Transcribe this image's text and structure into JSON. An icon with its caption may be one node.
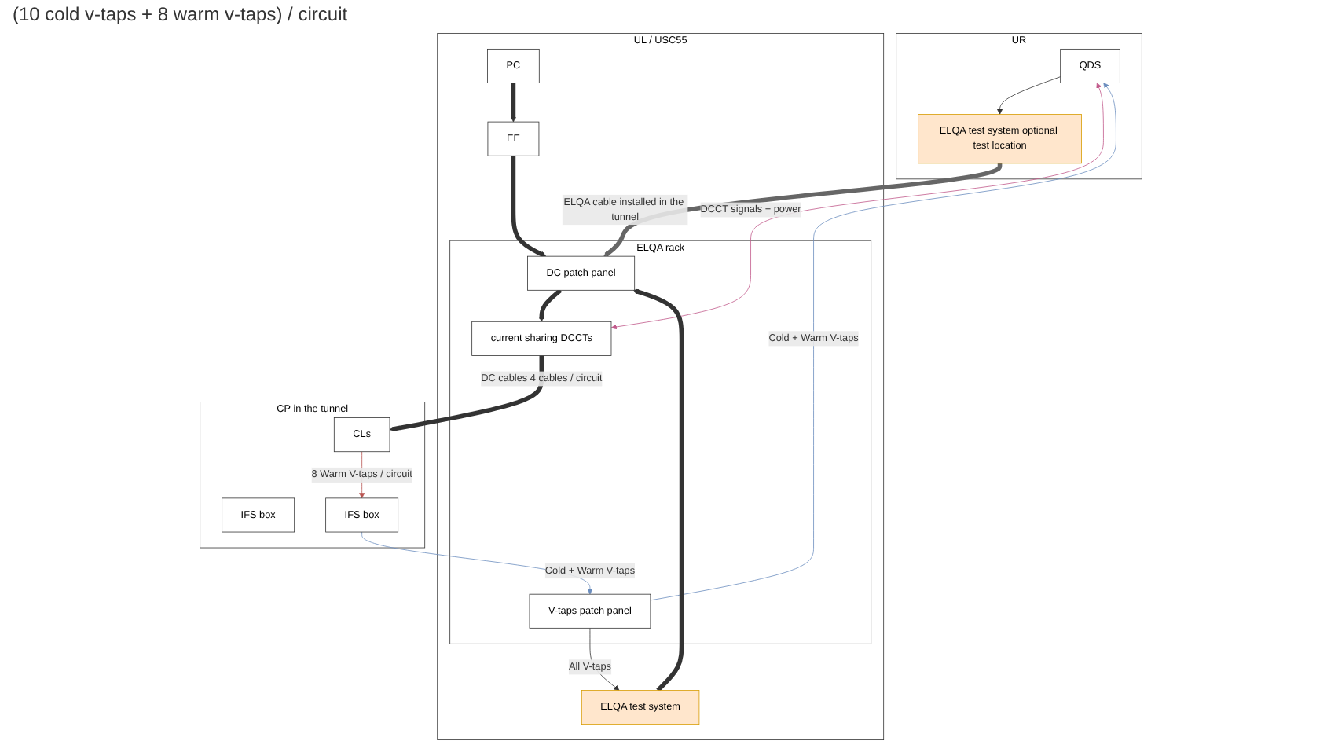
{
  "diagram": {
    "nodes": [
      {
        "text": [
          "UR"
        ]
      },
      {
        "text": [
          "QDS"
        ],
        "in": 0
      },
      {
        "text": [
          "ELQA test system optional test location"
        ],
        "in": 0
      },
      {
        "text": [
          "UL / USC55"
        ]
      },
      {
        "text": [
          "PC"
        ],
        "in": 3
      },
      {
        "text": [
          "EE"
        ],
        "in": 3
      },
      {
        "text": [
          "ELQA rack"
        ],
        "in": 3
      },
      {
        "text": [
          "V-taps patch panel"
        ],
        "in": 6
      },
      {
        "text": [
          "DC patch panel"
        ],
        "in": 6
      },
      {
        "text": [
          "current sharing DCCTs"
        ],
        "in": 6
      },
      {
        "text": [
          "ELQA test system"
        ],
        "in": 3
      },
      {
        "text": [
          "CP in the tunnel"
        ]
      },
      {
        "text": [
          "IFS box"
        ],
        "in": 11
      },
      {
        "text": [
          "IFS box"
        ],
        "in": 11
      },
      {
        "text": [
          "CLs"
        ],
        "in": 11
      }
    ],
    "edges": [
      {
        "from": 7,
        "to": 1,
        "arrow": "to",
        "label": "Cold + Warm V-taps",
        "color": "#6c8ebf"
      },
      {
        "from": 9,
        "to": 1,
        "arrow": "both",
        "label": "DCCT signals + power",
        "color": "#c25a8c"
      },
      {
        "from": 1,
        "to": 2,
        "arrow": "to"
      },
      {
        "from": 13,
        "to": 7,
        "arrow": "to",
        "label": "Cold + Warm V-taps",
        "color": "#6c8ebf"
      },
      {
        "from": 14,
        "to": 13,
        "arrow": "to",
        "label": "8 Warm V-taps / circuit",
        "color": "#b85450"
      },
      {
        "from": 4,
        "to": 5,
        "arrow": "to",
        "style": "thick"
      },
      {
        "from": 5,
        "to": 8,
        "arrow": "to",
        "style": "thick"
      },
      {
        "from": 8,
        "to": 9,
        "arrow": "to",
        "style": "thick"
      },
      {
        "from": 9,
        "to": 14,
        "arrow": "to",
        "style": "thick",
        "label": "DC cables 4 cables / circuit"
      },
      {
        "from": 7,
        "to": 10,
        "arrow": "to",
        "label": "All V-taps"
      },
      {
        "from": 10,
        "to": 8,
        "arrow": "to",
        "style": "thick"
      },
      {
        "from": 2,
        "to": 8,
        "arrow": "to",
        "style": "thick",
        "label": "ELQA cable installed in the tunnel",
        "color": "#666666"
      }
    ],
    "labels": [
      "(10 cold v-taps + 8 warm v-taps) / circuit"
    ]
  }
}
